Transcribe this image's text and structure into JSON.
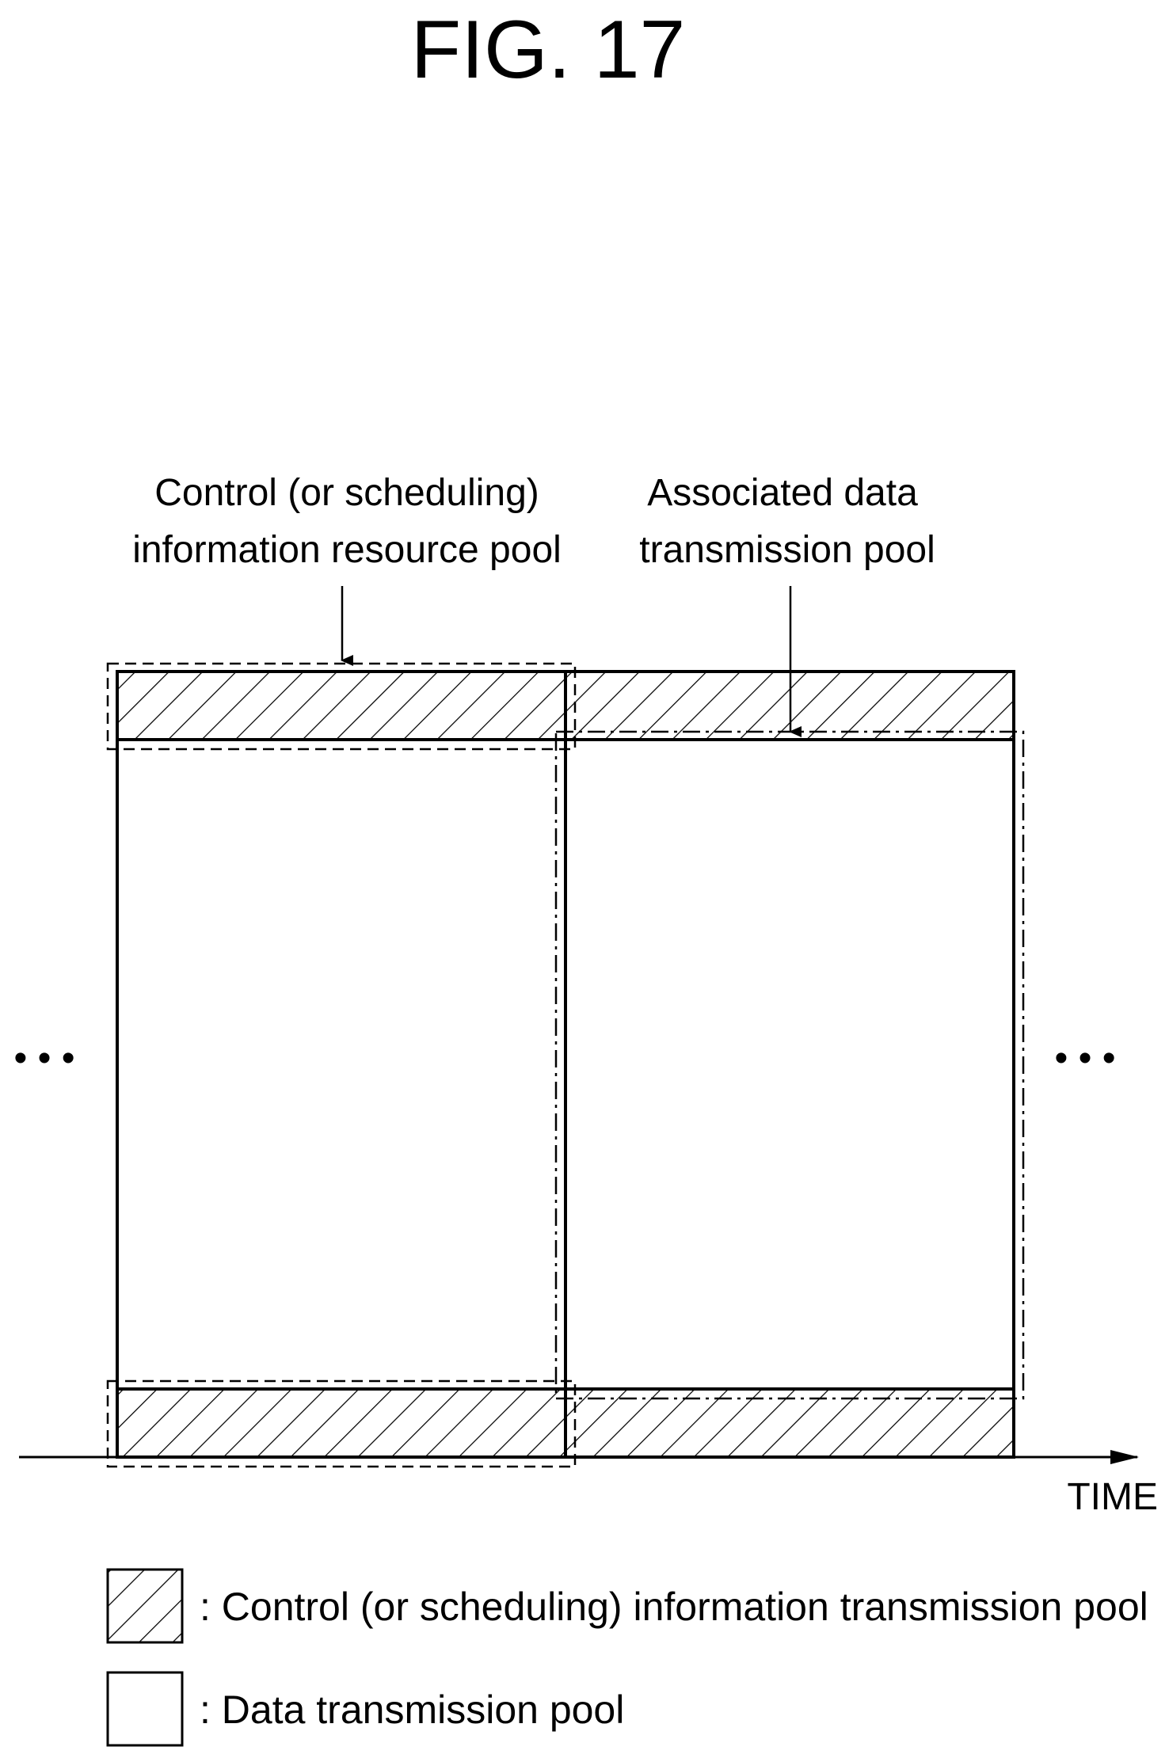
{
  "figure": {
    "title": "FIG. 17"
  },
  "annotations": {
    "control_pool_label_line1": "Control (or scheduling)",
    "control_pool_label_line2": "information resource pool",
    "data_pool_label_line1": "Associated data",
    "data_pool_label_line2": "transmission pool"
  },
  "axis": {
    "time_label": "TIME"
  },
  "ellipsis": {
    "left": "• • •",
    "right": "• • •"
  },
  "legend": {
    "hatched_label": ": Control (or scheduling) information transmission pool",
    "plain_label": ": Data transmission pool"
  }
}
